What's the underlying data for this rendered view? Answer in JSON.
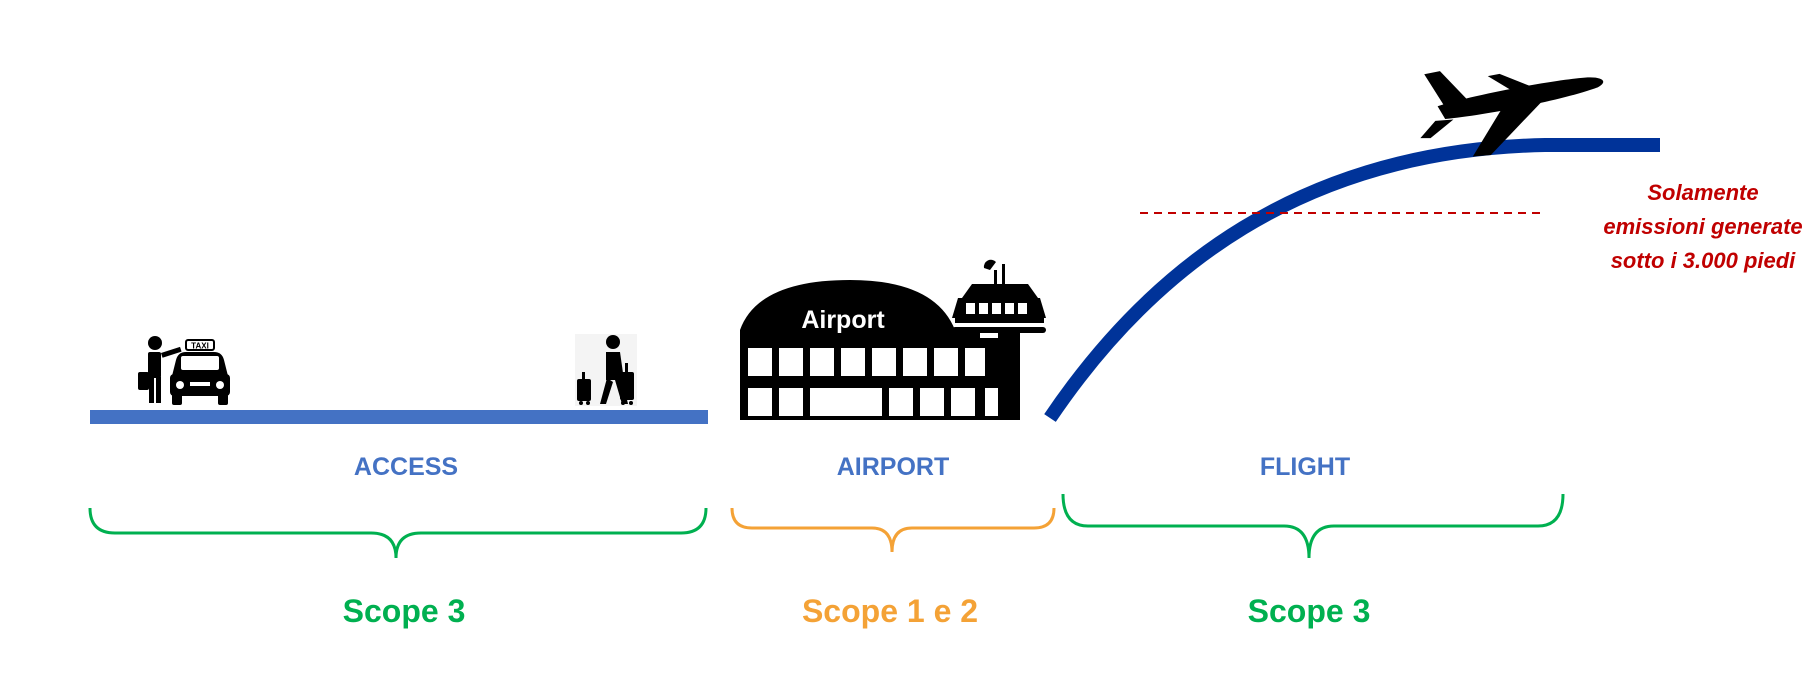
{
  "segments": [
    {
      "label": "ACCESS",
      "scope": "Scope 3"
    },
    {
      "label": "AIRPORT",
      "scope": "Scope 1 e 2"
    },
    {
      "label": "FLIGHT",
      "scope": "Scope 3"
    }
  ],
  "airport_sign": "Airport",
  "taxi_sign": "TAXI",
  "note": {
    "line1": "Solamente",
    "line2": "emissioni generate",
    "line3": "sotto i 3.000 piedi"
  },
  "colors": {
    "label_blue": "#4472C4",
    "road_blue": "#4472C4",
    "flight_path": "#003399",
    "scope3_green": "#00B050",
    "scope12_orange": "#F4A236",
    "note_red": "#C00000",
    "icon_black": "#000000"
  },
  "icons": [
    "taxi-icon",
    "person-hailing-icon",
    "traveler-luggage-icon",
    "airport-terminal-icon",
    "control-tower-icon",
    "airplane-icon"
  ]
}
